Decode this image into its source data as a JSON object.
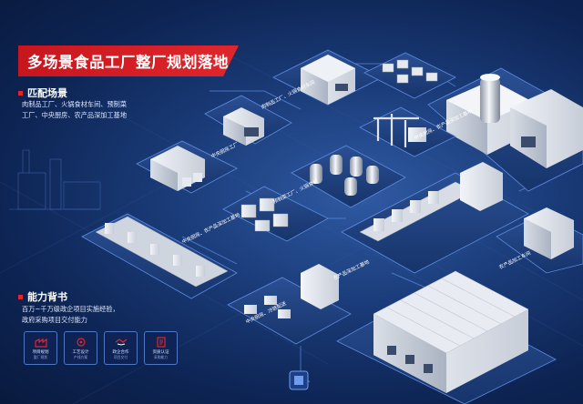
{
  "title": "多场景食品工厂整厂规划落地",
  "match_section": {
    "heading": "匹配场景",
    "lines": [
      "肉制品工厂、火锅食材车间、预制菜",
      "工厂、中央厨房、农产品深加工基地"
    ]
  },
  "capability_section": {
    "heading": "能力背书",
    "lines": [
      "百万~千万级政企项目实施经验，",
      "政府采购项目交付能力"
    ]
  },
  "capability_icons": [
    {
      "name": "factory-icon",
      "label": "项目规划",
      "sub": "整厂规划"
    },
    {
      "name": "process-icon",
      "label": "工艺设计",
      "sub": "产线方案"
    },
    {
      "name": "handshake-icon",
      "label": "政企合作",
      "sub": "项目交付"
    },
    {
      "name": "document-icon",
      "label": "资质认证",
      "sub": "采购能力"
    }
  ],
  "scene_tags": [
    "肉制品工厂、火锅食材车间",
    "中央厨房工厂",
    "预制菜工厂、火锅食材",
    "中央厨房、农产品深加工基地",
    "中央厨房、农产品深加工基地",
    "农产品深加工基地",
    "农产品加工车间",
    "中央厨房、冷链配送"
  ],
  "colors": {
    "accent_red": "#e0262c",
    "bg_dark": "#0d2453",
    "line_blue": "#4f78c4"
  }
}
